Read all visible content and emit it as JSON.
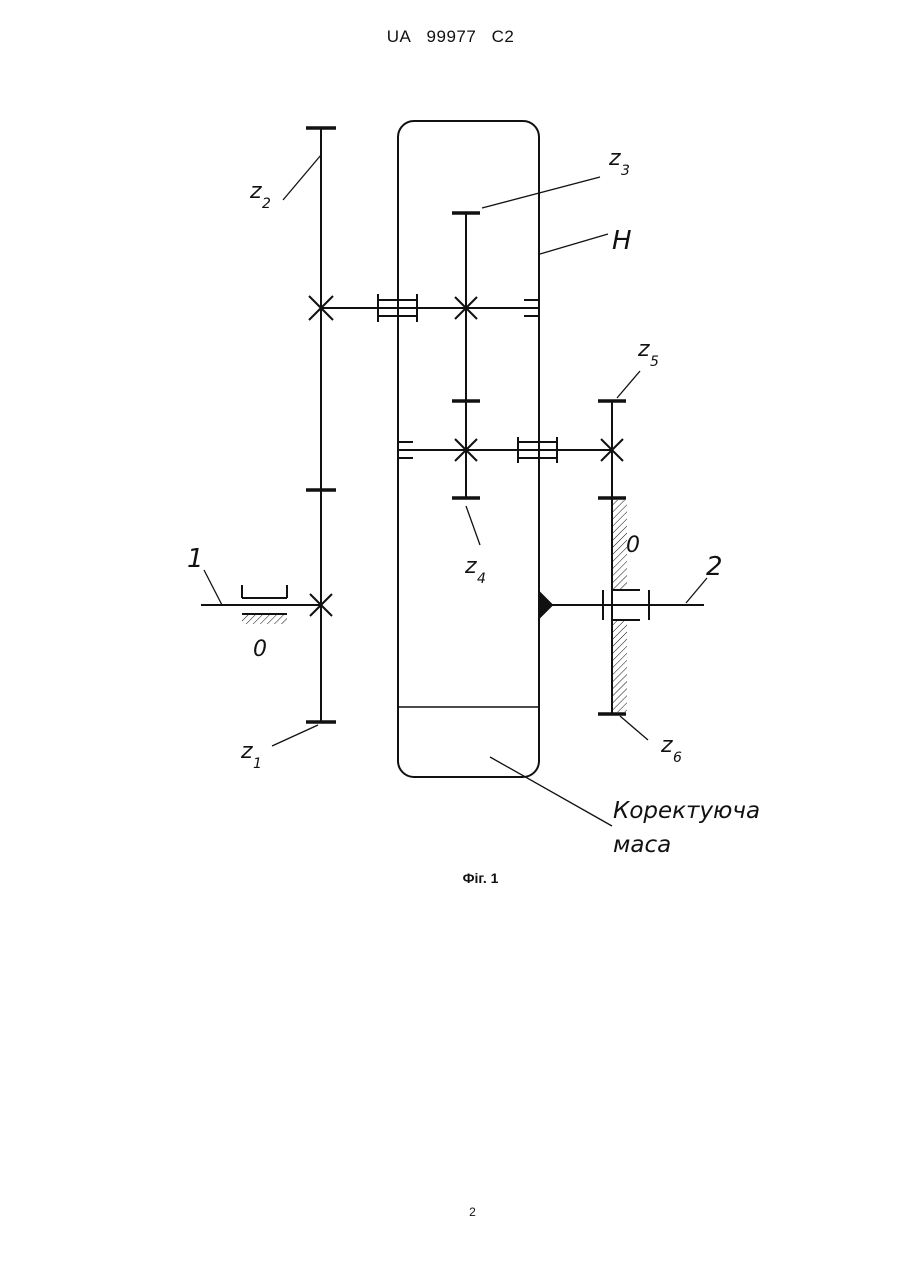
{
  "header": {
    "country": "UA",
    "number": "99977",
    "kind": "C2"
  },
  "figure": {
    "labels": {
      "z1": {
        "main": "z",
        "sub": "1"
      },
      "z2": {
        "main": "z",
        "sub": "2"
      },
      "z3": {
        "main": "z",
        "sub": "3"
      },
      "z4": {
        "main": "z",
        "sub": "4"
      },
      "z5": {
        "main": "z",
        "sub": "5"
      },
      "z6": {
        "main": "z",
        "sub": "6"
      },
      "carrier": "H",
      "input_shaft": "1",
      "output_shaft": "2",
      "ground_left": "0",
      "ground_right": "0",
      "correcting_mass_line1": "Коректуюча",
      "correcting_mass_line2": "маса"
    },
    "caption": "Фіг. 1"
  },
  "page_number": "2"
}
